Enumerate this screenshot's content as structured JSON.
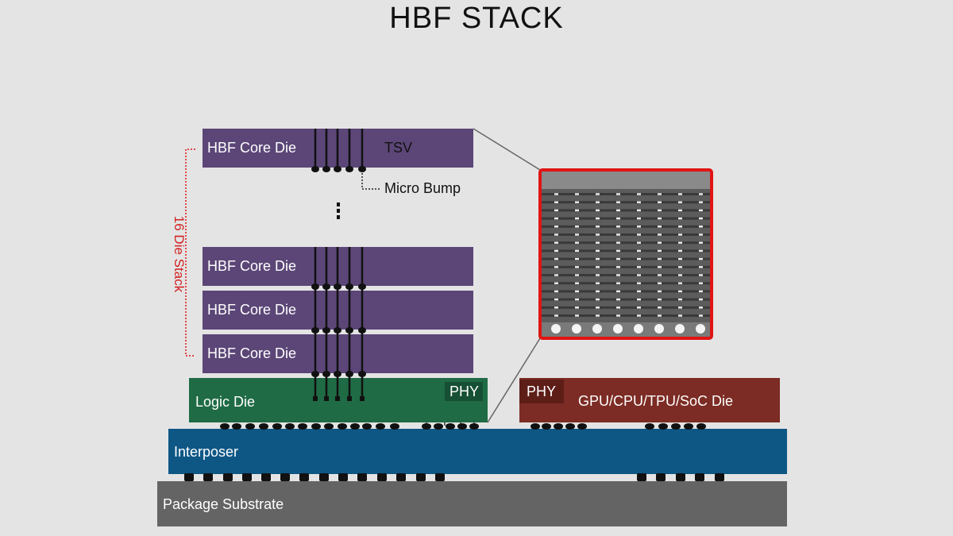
{
  "title": "HBF STACK",
  "core_die_label": "HBF Core Die",
  "tsv_label": "TSV",
  "micro_bump_label": "Micro Bump",
  "die_stack_label": "16 Die Stack",
  "logic_die_label": "Logic Die",
  "phy_label": "PHY",
  "gpu_label": "GPU/CPU/TPU/SoC Die",
  "interposer_label": "Interposer",
  "substrate_label": "Package Substrate",
  "colors": {
    "core_die": "#5b4677",
    "logic_die": "#1f6b45",
    "phy_logic": "#164f33",
    "gpu_die": "#7c2c24",
    "phy_gpu": "#5e1e18",
    "interposer": "#0e5785",
    "substrate": "#646464",
    "highlight": "#e01414"
  }
}
